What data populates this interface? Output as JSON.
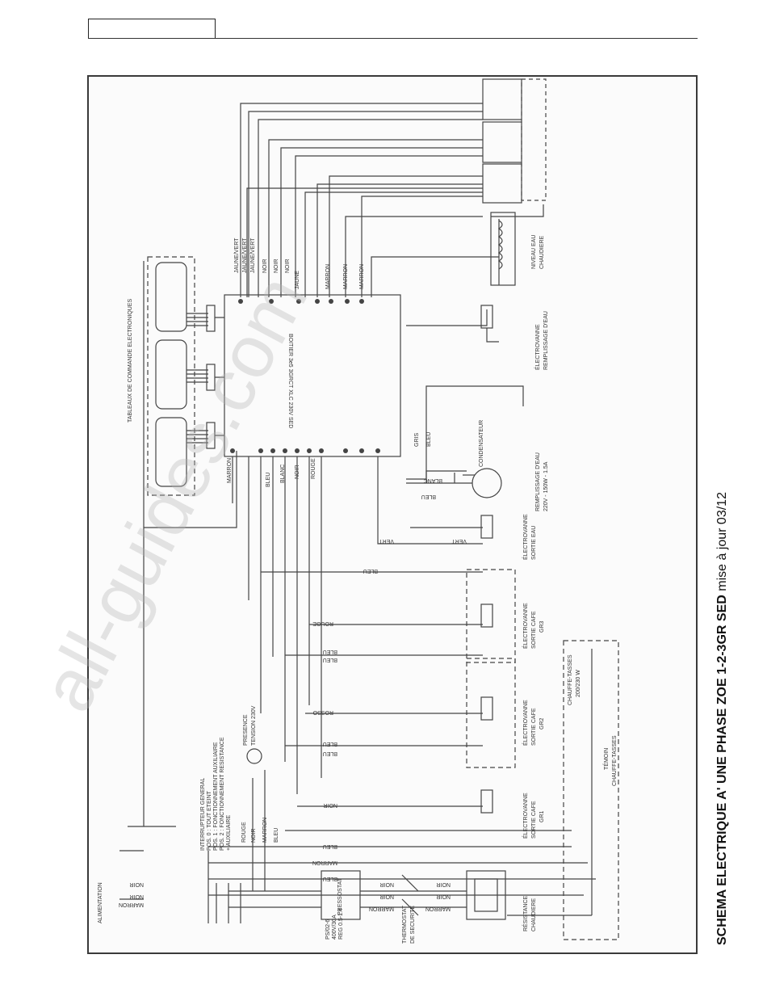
{
  "page": {
    "title_bold": "SCHEMA ELECTRIQUE A' UNE PHASE ZOE 1-2-3GR SED",
    "title_rest": " mise à jour 03/12",
    "watermark": "all-guides.com"
  },
  "labels": {
    "alimentation": "ALIMENTATION",
    "tableaux": "TABLEAUX DE COMMANDE ELECTRONIQUES",
    "boitier": "BOITIER 3e5 3GRCT XLC 230V SED",
    "interrupteur_1": "INTERRUPTEUR GENERAL",
    "interrupteur_2": "POS. 0 : TOUT ETEINT",
    "interrupteur_3": "POS. 1 : FONCTIONNEMENT AUXILIAIRE",
    "interrupteur_4": "POS. 2 : FONCTIONNEMENT RESISTANCE",
    "interrupteur_5": "+ AUXILIAIRE",
    "presence_1": "PRESENCE",
    "presence_2": "TENSION 230V",
    "pressostat": "PRESSOSTAT",
    "ps_1": "PS/02-6",
    "ps_2": "400V/30A",
    "ps_3": "REG 0.5-1.4",
    "thermo_1": "THERMOSTAT",
    "thermo_2": "DE SECURITE",
    "resistance_1": "RÉSISTANCE",
    "resistance_2": "CHAUDIERE",
    "temoin_1": "TÉMOIN",
    "temoin_2": "CHAUFFE-TASSES",
    "chauffe_1": "CHAUFFE-TASSES",
    "chauffe_2": "200/230 W",
    "ev_gr1_1": "ÉLECTROVANNE",
    "ev_gr1_2": "SORTIE CAFE",
    "ev_gr1_3": "GR1",
    "ev_gr2_1": "ÉLECTROVANNE",
    "ev_gr2_2": "SORTIE CAFE",
    "ev_gr2_3": "GR2",
    "ev_gr3_1": "ÉLECTROVANNE",
    "ev_gr3_2": "SORTIE CAFE",
    "ev_gr3_3": "GR3",
    "ev_eau_1": "ÉLECTROVANNE",
    "ev_eau_2": "SORTIE EAU",
    "remp_1": "REMPLISSAGE D'EAU",
    "remp_2": "220V - 150W - 1.5A",
    "condensateur": "CONDENSATEUR",
    "ev_remp_1": "ÉLECTROVANNE",
    "ev_remp_2": "REMPLISSAGE D'EAU",
    "niveau_1": "NIVEAU EAU",
    "niveau_2": "CHAUDIERE"
  },
  "wires": {
    "marron": "MARRON",
    "noir": "NOIR",
    "bleu": "BLEU",
    "rouge": "ROUGE",
    "rosso": "ROSSO",
    "vert": "VERT",
    "blanc": "BLANC",
    "gris": "GRIS",
    "jaune": "JAUNE",
    "jaune_vert": "JAUNE/VERT"
  }
}
